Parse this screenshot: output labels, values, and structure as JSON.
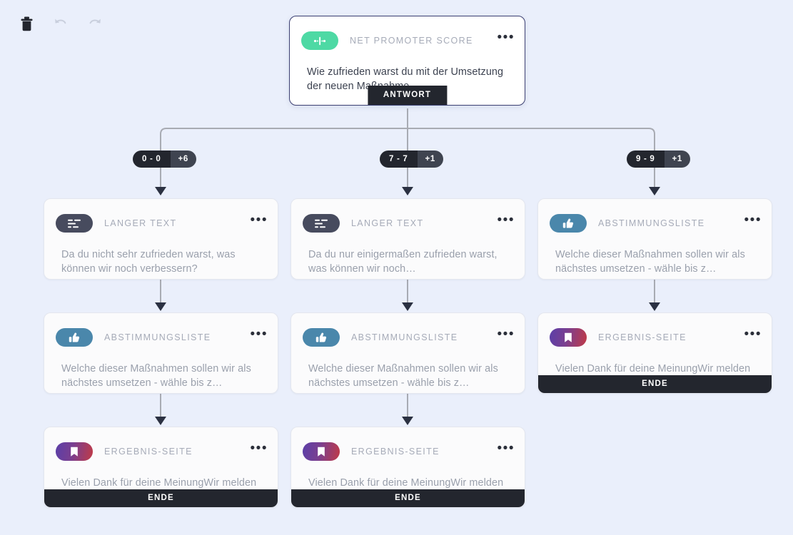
{
  "toolbar": {
    "items": [
      {
        "name": "delete-button",
        "icon": "trash-icon",
        "label": "Löschen",
        "enabled": true
      },
      {
        "name": "undo-button",
        "icon": "undo-icon",
        "label": "Rückgängig",
        "enabled": false
      },
      {
        "name": "redo-button",
        "icon": "redo-icon",
        "label": "Wiederholen",
        "enabled": false
      }
    ]
  },
  "colors": {
    "canvas": "#eaeffb",
    "card": "#fbfbfc",
    "selected_border": "#3b3f72",
    "glow": "#7ed7f5",
    "badge_nps": "#4ed9a4",
    "badge_langer": "#474b5e",
    "badge_abstimmung": "#4a87ab",
    "badge_ergebnis_from": "#5b3fa8",
    "badge_ergebnis_to": "#c13a46",
    "footer": "#23262e",
    "wire": "#a8abb3",
    "arrow": "#2b3142"
  },
  "root": {
    "type_label": "NET PROMOTER SCORE",
    "icon": "nps-slider-icon",
    "text": "Wie zufrieden warst du mit der Umsetzung der neuen Maßnahme…",
    "footer_label": "ANTWORT",
    "menu_icon": "more-options-icon"
  },
  "branches": [
    {
      "range": "0 - 0",
      "delta": "+6"
    },
    {
      "range": "7 - 7",
      "delta": "+1"
    },
    {
      "range": "9 - 9",
      "delta": "+1"
    }
  ],
  "columns": [
    {
      "name": "left",
      "cards": [
        {
          "type_label": "LANGER TEXT",
          "icon": "long-text-icon",
          "badge_style": "langer",
          "text": "Da du nicht sehr zufrieden warst, was können wir noch verbessern?",
          "footer_label": null,
          "menu_icon": "more-options-icon"
        },
        {
          "type_label": "ABSTIMMUNGSLISTE",
          "icon": "thumbs-up-icon",
          "badge_style": "abstimmung",
          "text": "Welche dieser Maßnahmen sollen wir als nächstes umsetzen - wähle bis z…",
          "footer_label": null,
          "menu_icon": "more-options-icon"
        },
        {
          "type_label": "ERGEBNIS-SEITE",
          "icon": "bookmark-icon",
          "badge_style": "ergebnis",
          "text": "Vielen Dank für deine MeinungWir melden uns mit konkreten",
          "footer_label": "ENDE",
          "menu_icon": "more-options-icon"
        }
      ]
    },
    {
      "name": "middle",
      "cards": [
        {
          "type_label": "LANGER TEXT",
          "icon": "long-text-icon",
          "badge_style": "langer",
          "text": "Da du nur einigermaßen zufrieden warst, was können wir noch…",
          "footer_label": null,
          "menu_icon": "more-options-icon"
        },
        {
          "type_label": "ABSTIMMUNGSLISTE",
          "icon": "thumbs-up-icon",
          "badge_style": "abstimmung",
          "text": "Welche dieser Maßnahmen sollen wir als nächstes umsetzen - wähle bis z…",
          "footer_label": null,
          "menu_icon": "more-options-icon"
        },
        {
          "type_label": "ERGEBNIS-SEITE",
          "icon": "bookmark-icon",
          "badge_style": "ergebnis",
          "text": "Vielen Dank für deine MeinungWir melden uns mit konkreten",
          "footer_label": "ENDE",
          "menu_icon": "more-options-icon"
        }
      ]
    },
    {
      "name": "right",
      "cards": [
        {
          "type_label": "ABSTIMMUNGSLISTE",
          "icon": "thumbs-up-icon",
          "badge_style": "abstimmung",
          "text": "Welche dieser Maßnahmen sollen wir als nächstes umsetzen - wähle bis z…",
          "footer_label": null,
          "menu_icon": "more-options-icon"
        },
        {
          "type_label": "ERGEBNIS-SEITE",
          "icon": "bookmark-icon",
          "badge_style": "ergebnis",
          "text": "Vielen Dank für deine MeinungWir melden uns mit konkreten",
          "footer_label": "ENDE",
          "menu_icon": "more-options-icon"
        }
      ]
    }
  ]
}
